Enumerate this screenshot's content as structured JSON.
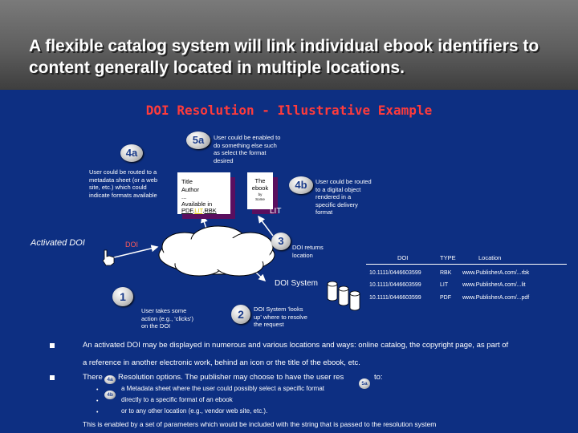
{
  "slide_title": "A flexible catalog system will link individual ebook identifiers to content generally located in multiple locations.",
  "diagram_title": "DOI Resolution - Illustrative Example",
  "steps": {
    "s4a": {
      "badge": "4a",
      "text": "User could be routed to a metadata sheet (or a web site, etc.) which could indicate formats available"
    },
    "s5a": {
      "badge": "5a",
      "text": "User could be enabled to do something else such as select the format desired"
    },
    "s4b": {
      "badge": "4b",
      "text": "User could be routed to a digital object rendered in a specific delivery format"
    },
    "s3": {
      "badge": "3",
      "text": "DOI returns location"
    },
    "s1": {
      "badge": "1",
      "text": "User takes some action (e.g., 'clicks') on the DOI"
    },
    "s2": {
      "badge": "2",
      "text": "DOI System 'looks up' where to resolve the request"
    }
  },
  "metadata_card": {
    "line1": "Title",
    "line2": "Author",
    "line3": "...",
    "line4": "Available in",
    "formats": [
      "PDF",
      "LIT",
      "RBK"
    ],
    "colors": [
      "#000000",
      "#d9c400",
      "#000000"
    ]
  },
  "ebook_card": {
    "title": "The ebook",
    "byline": "by",
    "author": "Some"
  },
  "labels": {
    "activated_doi": "Activated DOI",
    "doi_tag": "DOI",
    "lit": "LIT",
    "doi_system": "DOI System"
  },
  "table": {
    "headers": [
      "DOI",
      "TYPE",
      "Location"
    ],
    "rows": [
      [
        "10.1111/0446603599",
        "RBK",
        "www.PublisherA.com/...rbk"
      ],
      [
        "10.1111/0446603599",
        "LIT",
        "www.PublisherA.com/...lit"
      ],
      [
        "10.1111/0446603599",
        "PDF",
        "www.PublisherA.com/...pdf"
      ]
    ]
  },
  "bullets": {
    "b1": "An activated DOI may be displayed in numerous and various locations and ways: online catalog, the copyright page, as part of",
    "b1_cont": "a reference in another electronic work, behind an icon or the title of the ebook, etc.",
    "b2_pre": "There",
    "b2_mid": "Resolution options. The publisher may choose to have the user res",
    "b2_post": "to:",
    "sub1": "a Metadata sheet where the user could possibly select a specific format",
    "sub2": "directly to a specific format of an ebook",
    "sub3": "or to any other location (e.g., vendor web site, etc.).",
    "footer": "This is enabled by a set of parameters which would be included with the string that is passed to the resolution system",
    "inline_badges": [
      "4a",
      "4b",
      "5a"
    ]
  },
  "colors": {
    "background": "#0d2f82",
    "title_accent": "#ff3b3b",
    "card_shadow": "#5a0f5f"
  },
  "icons": [
    "cursor-hand-icon",
    "cloud-icon",
    "database-cylinder-icon",
    "arrow-icon",
    "bullet-square-icon"
  ]
}
